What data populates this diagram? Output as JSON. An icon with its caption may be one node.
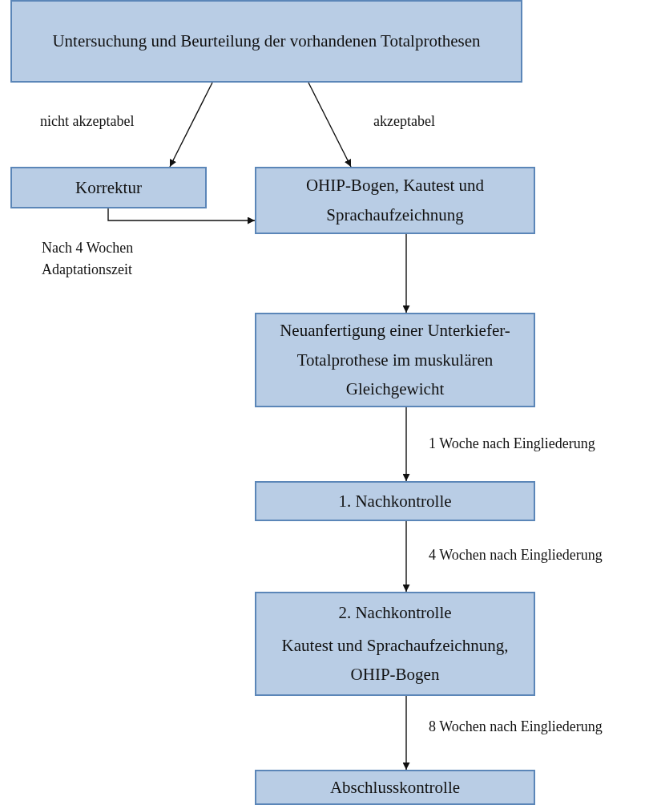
{
  "diagram": {
    "nodes": [
      {
        "text": [
          "Untersuchung und Beurteilung der vorhandenen Totalprothesen"
        ]
      },
      {
        "text": [
          "Korrektur"
        ]
      },
      {
        "text": [
          "OHIP-Bogen, Kautest und Sprachaufzeichnung"
        ]
      },
      {
        "text": [
          "Neuanfertigung einer Unterkiefer-Totalprothese im muskulären Gleichgewicht"
        ]
      },
      {
        "text": [
          "1. Nachkontrolle"
        ]
      },
      {
        "text": [
          "2. Nachkontrolle",
          "Kautest und Sprachaufzeichnung, OHIP-Bogen"
        ]
      },
      {
        "text": [
          "Abschlusskontrolle"
        ]
      }
    ],
    "edges": [
      {
        "from": 0,
        "to": 1,
        "arrow": "to",
        "label": "nicht akzeptabel"
      },
      {
        "from": 0,
        "to": 2,
        "arrow": "to",
        "label": "akzeptabel"
      },
      {
        "from": 1,
        "to": 2,
        "arrow": "to",
        "label": "Nach 4 Wochen Adaptationszeit"
      },
      {
        "from": 2,
        "to": 3,
        "arrow": "to"
      },
      {
        "from": 3,
        "to": 4,
        "arrow": "to",
        "label": "1 Woche nach Eingliederung"
      },
      {
        "from": 4,
        "to": 5,
        "arrow": "to",
        "label": "4 Wochen nach Eingliederung"
      },
      {
        "from": 5,
        "to": 6,
        "arrow": "to",
        "label": "8 Wochen nach Eingliederung"
      }
    ]
  }
}
